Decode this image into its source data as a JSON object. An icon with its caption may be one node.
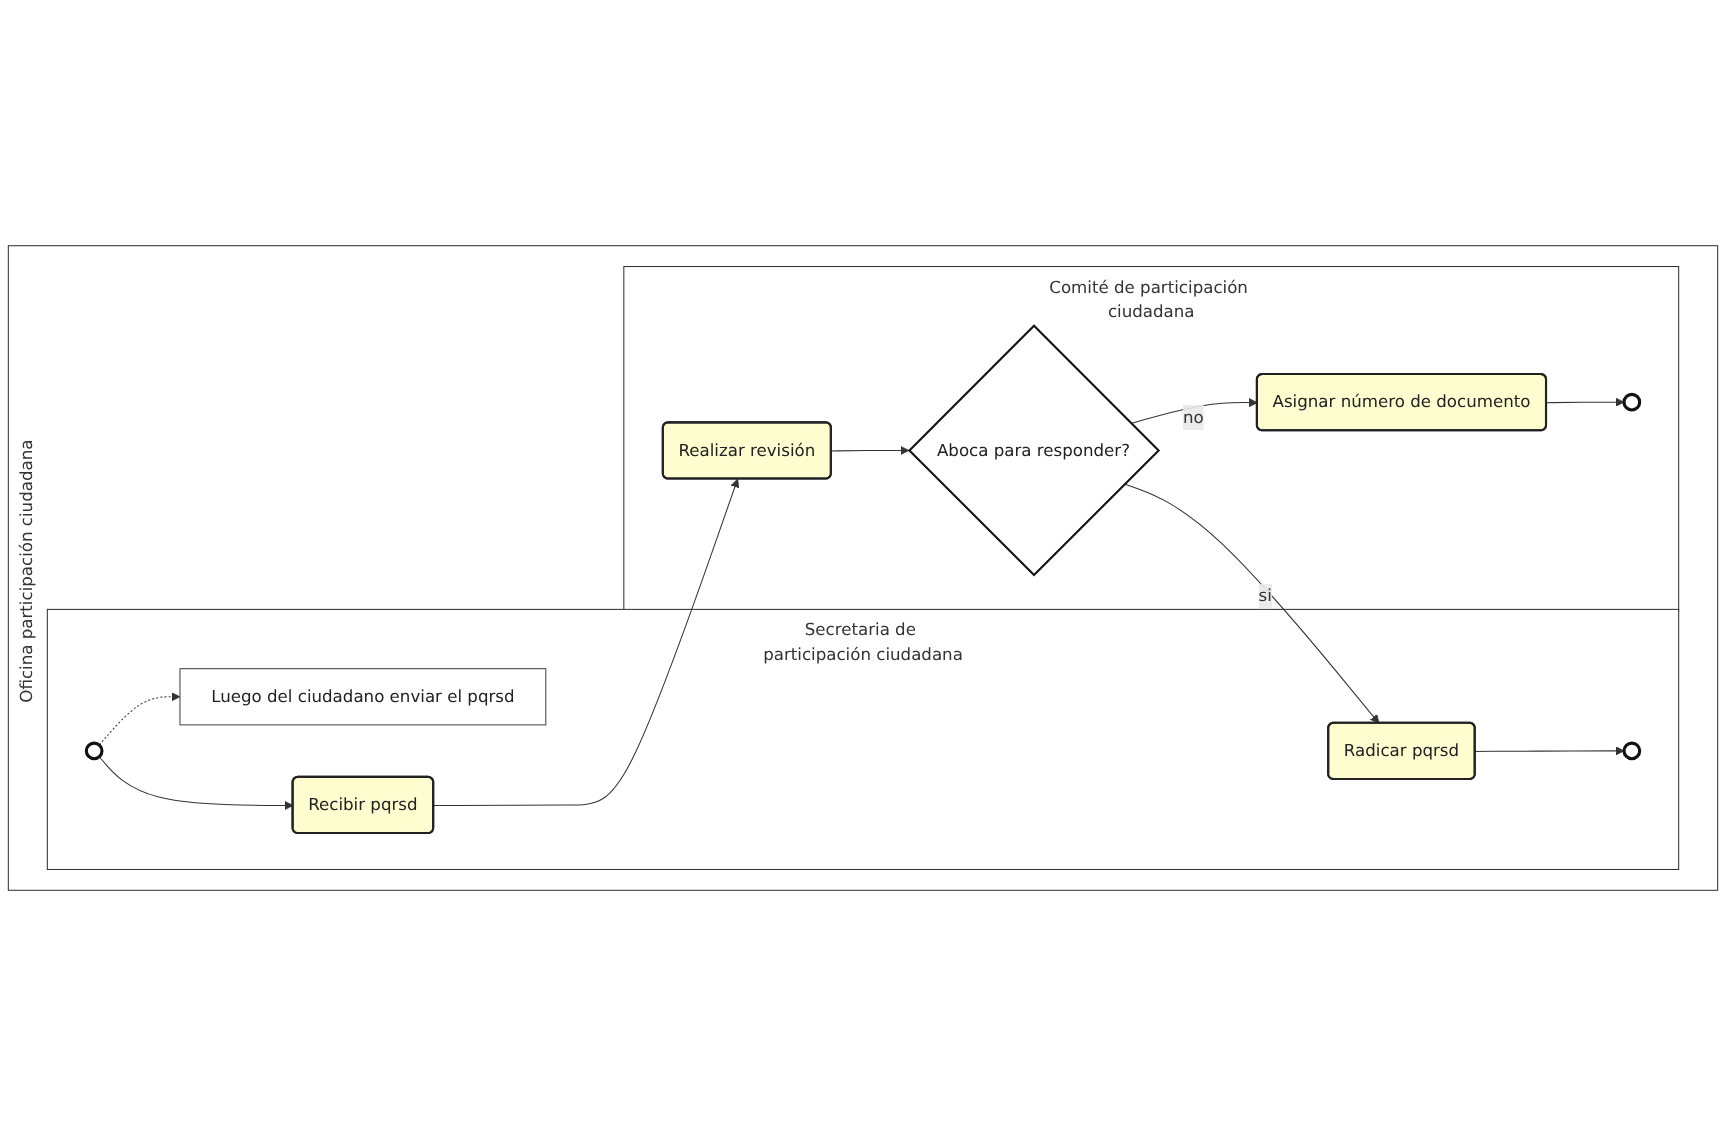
{
  "diagram": {
    "nodes": [
      {
        "text": [
          "Oficina participación ciudadana"
        ]
      },
      {
        "text": [
          "Secretaria de participación ciudadana"
        ],
        "in": 0
      },
      {
        "text": [
          "Comité de participación ciudadana"
        ],
        "in": 0
      },
      {
        "text": [],
        "shape": "circle",
        "in": 1
      },
      {
        "text": [
          "Luego del ciudadano enviar el pqrsd"
        ],
        "in": 1
      },
      {
        "text": [
          "Recibir pqrsd"
        ],
        "in": 1
      },
      {
        "text": [
          "Radicar pqrsd"
        ],
        "in": 1
      },
      {
        "text": [],
        "shape": "circle",
        "in": 1
      },
      {
        "text": [
          "Realizar revisión"
        ],
        "in": 2
      },
      {
        "text": [
          "Aboca para responder?"
        ],
        "in": 2
      },
      {
        "text": [
          "Asignar número de documento"
        ],
        "in": 2
      },
      {
        "text": [],
        "shape": "circle",
        "in": 2
      }
    ],
    "edges": [
      {
        "from": 3,
        "to": 4,
        "arrow": "to",
        "style": "dashed"
      },
      {
        "from": 3,
        "to": 5,
        "arrow": "to"
      },
      {
        "from": 5,
        "to": 8,
        "arrow": "to"
      },
      {
        "from": 8,
        "to": 9,
        "arrow": "to"
      },
      {
        "from": 9,
        "to": 6,
        "arrow": "to",
        "label": "si"
      },
      {
        "from": 9,
        "to": 10,
        "arrow": "to",
        "label": "no"
      },
      {
        "from": 6,
        "to": 7,
        "arrow": "to"
      },
      {
        "from": 10,
        "to": 11,
        "arrow": "to"
      }
    ]
  }
}
